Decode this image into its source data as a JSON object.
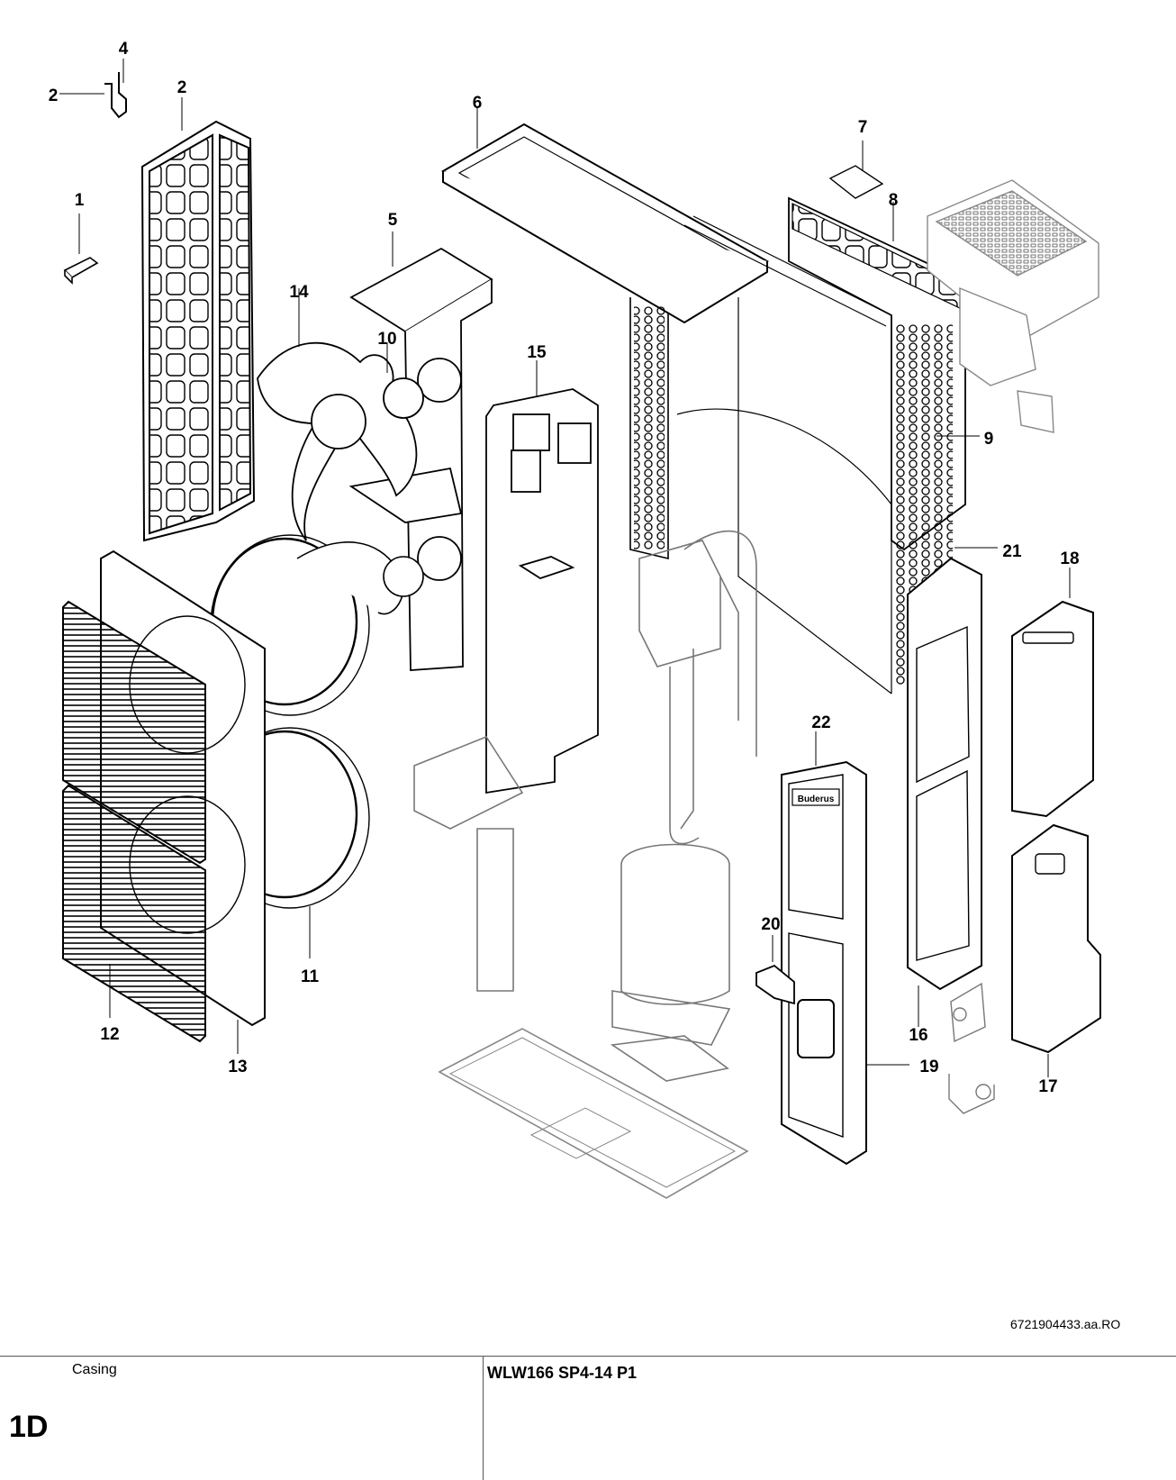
{
  "callouts": [
    "1",
    "2",
    "2",
    "4",
    "5",
    "6",
    "7",
    "8",
    "9",
    "10",
    "11",
    "12",
    "13",
    "14",
    "15",
    "16",
    "17",
    "18",
    "19",
    "20",
    "21",
    "22"
  ],
  "brand_plate": "Buderus",
  "drawing_ref": "6721904433.aa.RO",
  "footer": {
    "section_name": "Casing",
    "section_code": "1D",
    "model": "WLW166 SP4-14 P1"
  }
}
